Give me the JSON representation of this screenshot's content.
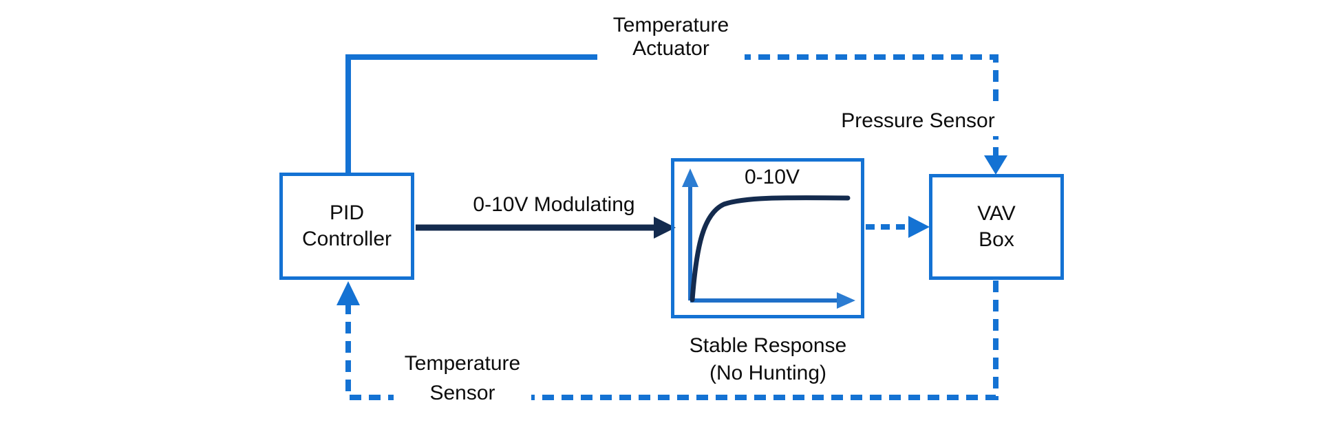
{
  "colors": {
    "blue": "#1472d3",
    "navy": "#142b4e",
    "ink": "#0d0d0d",
    "bg": "#ffffff"
  },
  "boxes": {
    "pid": {
      "line1": "PID",
      "line2": "Controller"
    },
    "vav": {
      "line1": "VAV",
      "line2": "Box"
    }
  },
  "graph": {
    "title": "0-10V",
    "caption_line1": "Stable Response",
    "caption_line2": "(No Hunting)"
  },
  "labels": {
    "top_line1": "Temperature",
    "top_line2": "Actuator",
    "pressure": "Pressure Sensor",
    "modulating": "0-10V Modulating",
    "bottom_line1": "Temperature",
    "bottom_line2": "Sensor"
  }
}
